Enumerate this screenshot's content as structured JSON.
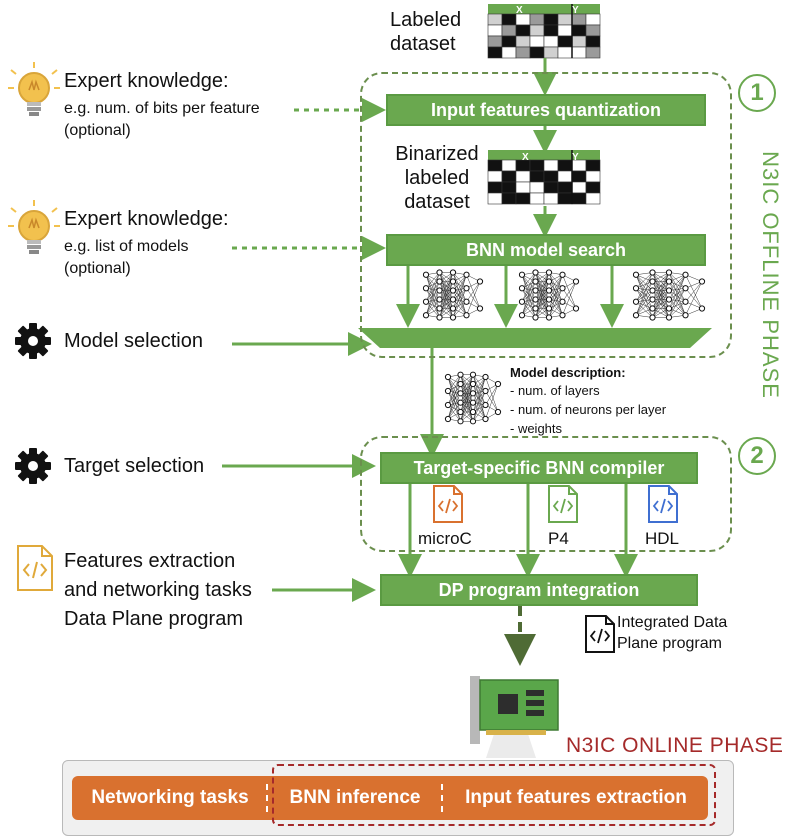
{
  "inputs": {
    "labeled_dataset": "Labeled\ndataset",
    "binarized_dataset": "Binarized\nlabeled\ndataset",
    "matrix_header_x": "X",
    "matrix_header_y": "Y"
  },
  "expert1": {
    "title": "Expert knowledge:",
    "example": "e.g. num. of bits per feature",
    "optional": "(optional)"
  },
  "expert2": {
    "title": "Expert knowledge:",
    "example": "e.g. list of models",
    "optional": "(optional)"
  },
  "model_selection": "Model selection",
  "target_selection": "Target selection",
  "features_program": {
    "line1": "Features extraction",
    "line2": "and networking tasks",
    "line3": "Data Plane program"
  },
  "boxes": {
    "quantization": "Input features quantization",
    "bnn_search": "BNN model search",
    "compiler": "Target-specific BNN compiler",
    "integration": "DP program integration"
  },
  "model_description": {
    "title": "Model description:",
    "items": [
      "- num. of layers",
      "- num. of neurons per layer",
      "- weights"
    ]
  },
  "targets": [
    "microC",
    "P4",
    "HDL"
  ],
  "integrated_program": "Integrated Data\nPlane program",
  "offline_phase": "N3IC OFFLINE PHASE",
  "online_phase": "N3IC ONLINE PHASE",
  "step_numbers": [
    "1",
    "2"
  ],
  "online_tasks": [
    "Networking tasks",
    "BNN inference",
    "Input features extraction"
  ],
  "colors": {
    "green": "#6aa84f",
    "dark_green": "#4f6b35",
    "orange": "#d9712f",
    "dark_red": "#a52a2a"
  },
  "icons": [
    "lightbulb-icon",
    "gear-icon",
    "code-file-icon",
    "neural-network-icon",
    "nic-card-icon"
  ]
}
